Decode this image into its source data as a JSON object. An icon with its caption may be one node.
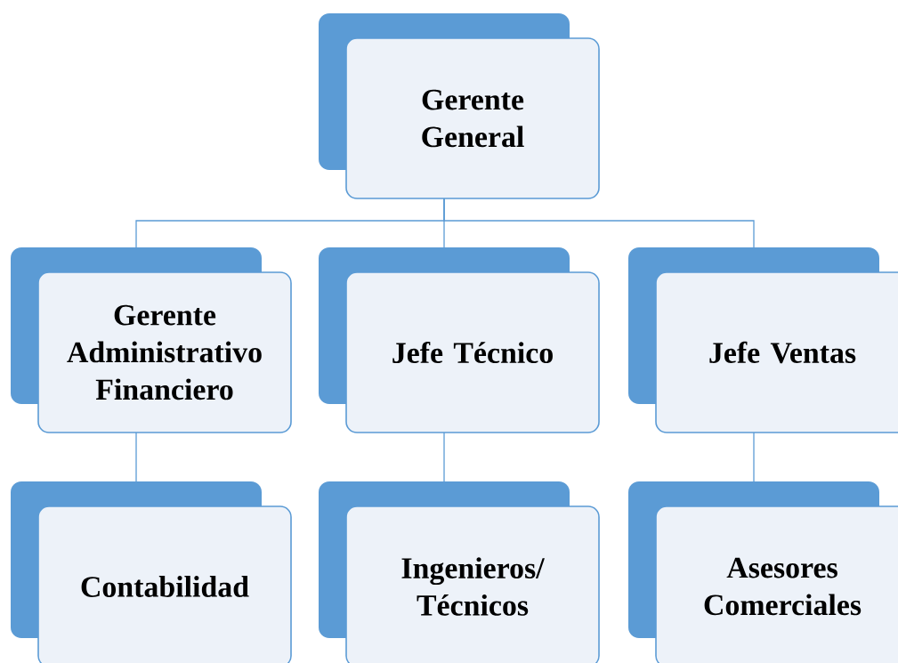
{
  "diagram": {
    "nodes": [
      {
        "text": [
          "Gerente General"
        ]
      },
      {
        "text": [
          "Gerente Administrativo Financiero"
        ]
      },
      {
        "text": [
          "Jefe Técnico"
        ]
      },
      {
        "text": [
          "Jefe Ventas"
        ]
      },
      {
        "text": [
          "Contabilidad"
        ]
      },
      {
        "text": [
          "Ingenieros/ Técnicos"
        ]
      },
      {
        "text": [
          "Asesores Comerciales"
        ]
      }
    ],
    "edges": [
      {
        "from": 0,
        "to": 1,
        "arrow": "none"
      },
      {
        "from": 0,
        "to": 2,
        "arrow": "none"
      },
      {
        "from": 0,
        "to": 3,
        "arrow": "none"
      },
      {
        "from": 1,
        "to": 4,
        "arrow": "none"
      },
      {
        "from": 2,
        "to": 5,
        "arrow": "none"
      },
      {
        "from": 3,
        "to": 6,
        "arrow": "none"
      }
    ]
  }
}
